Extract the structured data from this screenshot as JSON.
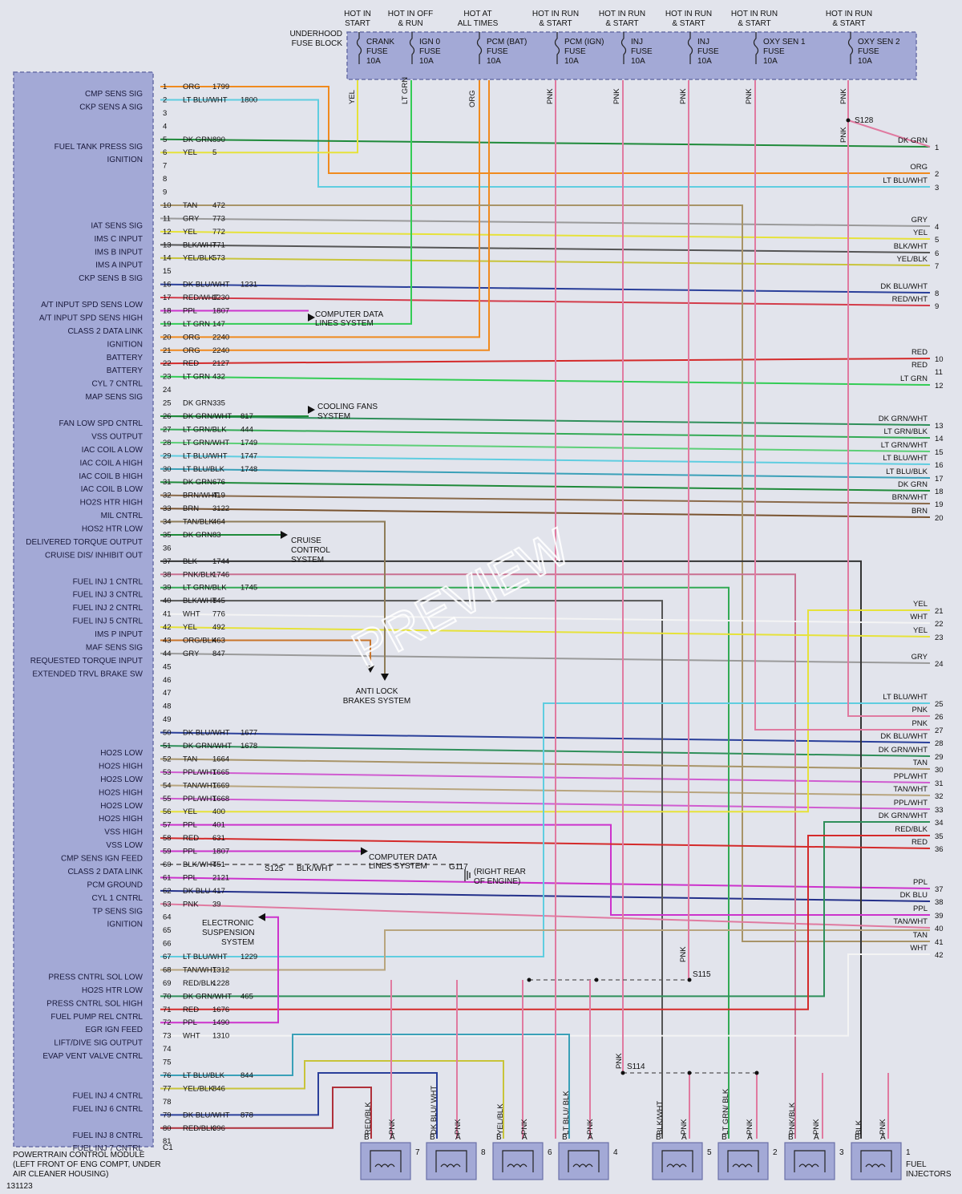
{
  "pcm": {
    "caption": [
      "POWERTRAIN CONTROL MODULE",
      "(LEFT FRONT OF ENG COMPT, UNDER",
      "AIR CLEANER HOUSING)"
    ],
    "connector_id": "C1",
    "figure_number": "131123"
  },
  "watermark": "PREVIEW",
  "fuse_block_label": [
    "UNDERHOOD",
    "FUSE BLOCK"
  ],
  "fuses": [
    {
      "header": [
        "HOT IN",
        "START"
      ],
      "name": [
        "CRANK",
        "FUSE",
        "10A"
      ],
      "wire": "YEL",
      "color": "#e6e23a"
    },
    {
      "header": [
        "HOT IN OFF",
        "& RUN"
      ],
      "name": [
        "IGN 0",
        "FUSE",
        "10A"
      ],
      "wire": "LT GRN",
      "color": "#33cc55"
    },
    {
      "header": [
        "HOT AT",
        "ALL TIMES"
      ],
      "name": [
        "PCM (BAT)",
        "FUSE",
        "10A"
      ],
      "wire": "ORG",
      "color": "#f08a1e"
    },
    {
      "header": [
        "HOT IN RUN",
        "& START"
      ],
      "name": [
        "PCM (IGN)",
        "FUSE",
        "10A"
      ],
      "wire": "PNK",
      "color": "#e07aa0"
    },
    {
      "header": [
        "HOT IN RUN",
        "& START"
      ],
      "name": [
        "INJ",
        "FUSE",
        "10A"
      ],
      "wire": "PNK",
      "color": "#e07aa0"
    },
    {
      "header": [
        "HOT IN RUN",
        "& START"
      ],
      "name": [
        "INJ",
        "FUSE",
        "10A"
      ],
      "wire": "PNK",
      "color": "#e07aa0"
    },
    {
      "header": [
        "HOT IN RUN",
        "& START"
      ],
      "name": [
        "OXY SEN 1",
        "FUSE",
        "10A"
      ],
      "wire": "PNK",
      "color": "#e07aa0"
    },
    {
      "header": [
        "HOT IN RUN",
        "& START"
      ],
      "name": [
        "OXY SEN 2",
        "FUSE",
        "10A"
      ],
      "wire": "PNK",
      "color": "#e07aa0"
    }
  ],
  "pins": [
    {
      "pin": "1",
      "label": "CMP SENS SIG",
      "wire": "ORG",
      "circuit": "1799",
      "color": "#f08a1e"
    },
    {
      "pin": "2",
      "label": "CKP SENS A SIG",
      "wire": "LT BLU/WHT",
      "circuit": "1800",
      "color": "#5fcde0"
    },
    {
      "pin": "3",
      "label": "",
      "wire": "",
      "circuit": "",
      "color": ""
    },
    {
      "pin": "4",
      "label": "",
      "wire": "",
      "circuit": "",
      "color": ""
    },
    {
      "pin": "5",
      "label": "FUEL TANK PRESS SIG",
      "wire": "DK GRN",
      "circuit": "890",
      "color": "#1f8a3a"
    },
    {
      "pin": "6",
      "label": "IGNITION",
      "wire": "YEL",
      "circuit": "5",
      "color": "#e6e23a"
    },
    {
      "pin": "7",
      "label": "",
      "wire": "",
      "circuit": "",
      "color": ""
    },
    {
      "pin": "8",
      "label": "",
      "wire": "",
      "circuit": "",
      "color": ""
    },
    {
      "pin": "9",
      "label": "",
      "wire": "",
      "circuit": "",
      "color": ""
    },
    {
      "pin": "10",
      "label": "",
      "wire": "TAN",
      "circuit": "472",
      "color": "#a89468"
    },
    {
      "pin": "11",
      "label": "IAT SENS SIG",
      "wire": "GRY",
      "circuit": "773",
      "color": "#9a9a9a"
    },
    {
      "pin": "12",
      "label": "IMS C INPUT",
      "wire": "YEL",
      "circuit": "772",
      "color": "#e6e23a"
    },
    {
      "pin": "13",
      "label": "IMS B INPUT",
      "wire": "BLK/WHT",
      "circuit": "771",
      "color": "#555555"
    },
    {
      "pin": "14",
      "label": "IMS A INPUT",
      "wire": "YEL/BLK",
      "circuit": "573",
      "color": "#c8c43a"
    },
    {
      "pin": "15",
      "label": "CKP SENS B SIG",
      "wire": "",
      "circuit": "",
      "color": ""
    },
    {
      "pin": "16",
      "label": "",
      "wire": "DK BLU/WHT",
      "circuit": "1231",
      "color": "#2a3f9a"
    },
    {
      "pin": "17",
      "label": "A/T INPUT SPD SENS LOW",
      "wire": "RED/WHT",
      "circuit": "1230",
      "color": "#d33c4a"
    },
    {
      "pin": "18",
      "label": "A/T INPUT SPD SENS HIGH",
      "wire": "PPL",
      "circuit": "1807",
      "color": "#cc33cc"
    },
    {
      "pin": "19",
      "label": "CLASS 2 DATA LINK",
      "wire": "LT GRN",
      "circuit": "147",
      "color": "#33cc55"
    },
    {
      "pin": "20",
      "label": "IGNITION",
      "wire": "ORG",
      "circuit": "2240",
      "color": "#f08a1e"
    },
    {
      "pin": "21",
      "label": "BATTERY",
      "wire": "ORG",
      "circuit": "2240",
      "color": "#f08a1e"
    },
    {
      "pin": "22",
      "label": "BATTERY",
      "wire": "RED",
      "circuit": "2127",
      "color": "#d42a2a"
    },
    {
      "pin": "23",
      "label": "CYL 7 CNTRL",
      "wire": "LT GRN",
      "circuit": "432",
      "color": "#33cc55"
    },
    {
      "pin": "24",
      "label": "MAP SENS SIG",
      "wire": "",
      "circuit": "",
      "color": ""
    },
    {
      "pin": "25",
      "label": "",
      "wire": "DK GRN",
      "circuit": "335",
      "color": "#1f8a3a"
    },
    {
      "pin": "26",
      "label": "FAN LOW SPD CNTRL",
      "wire": "DK GRN/WHT",
      "circuit": "817",
      "color": "#2f8f5a"
    },
    {
      "pin": "27",
      "label": "VSS OUTPUT",
      "wire": "LT GRN/BLK",
      "circuit": "444",
      "color": "#33aa55"
    },
    {
      "pin": "28",
      "label": "IAC COIL A LOW",
      "wire": "LT GRN/WHT",
      "circuit": "1749",
      "color": "#5ccf77"
    },
    {
      "pin": "29",
      "label": "IAC COIL A HIGH",
      "wire": "LT BLU/WHT",
      "circuit": "1747",
      "color": "#5fcde0"
    },
    {
      "pin": "30",
      "label": "IAC COIL B HIGH",
      "wire": "LT BLU/BLK",
      "circuit": "1748",
      "color": "#3aa0b8"
    },
    {
      "pin": "31",
      "label": "IAC COIL B LOW",
      "wire": "DK GRN",
      "circuit": "676",
      "color": "#1f8a3a"
    },
    {
      "pin": "32",
      "label": "HO2S HTR HIGH",
      "wire": "BRN/WHT",
      "circuit": "419",
      "color": "#8a6a4a"
    },
    {
      "pin": "33",
      "label": "MIL CNTRL",
      "wire": "BRN",
      "circuit": "3122",
      "color": "#7a5430"
    },
    {
      "pin": "34",
      "label": "HOS2 HTR LOW",
      "wire": "TAN/BLK",
      "circuit": "464",
      "color": "#8e7c58"
    },
    {
      "pin": "35",
      "label": "DELIVERED TORQUE OUTPUT",
      "wire": "DK GRN",
      "circuit": "83",
      "color": "#1f8a3a"
    },
    {
      "pin": "36",
      "label": "CRUISE DIS/ INHIBIT OUT",
      "wire": "",
      "circuit": "",
      "color": ""
    },
    {
      "pin": "37",
      "label": "",
      "wire": "BLK",
      "circuit": "1744",
      "color": "#333333"
    },
    {
      "pin": "38",
      "label": "FUEL INJ 1 CNTRL",
      "wire": "PNK/BLK",
      "circuit": "1746",
      "color": "#c97090"
    },
    {
      "pin": "39",
      "label": "FUEL INJ 3 CNTRL",
      "wire": "LT GRN/BLK",
      "circuit": "1745",
      "color": "#33aa55"
    },
    {
      "pin": "40",
      "label": "FUEL INJ 2 CNTRL",
      "wire": "BLK/WHT",
      "circuit": "845",
      "color": "#555555"
    },
    {
      "pin": "41",
      "label": "FUEL INJ 5 CNTRL",
      "wire": "WHT",
      "circuit": "776",
      "color": "#f4f4f4"
    },
    {
      "pin": "42",
      "label": "IMS P INPUT",
      "wire": "YEL",
      "circuit": "492",
      "color": "#e6e23a"
    },
    {
      "pin": "43",
      "label": "MAF SENS SIG",
      "wire": "ORG/BLK",
      "circuit": "463",
      "color": "#c8742a"
    },
    {
      "pin": "44",
      "label": "REQUESTED TORQUE INPUT",
      "wire": "GRY",
      "circuit": "847",
      "color": "#9a9a9a"
    },
    {
      "pin": "45",
      "label": "EXTENDED TRVL BRAKE SW",
      "wire": "",
      "circuit": "",
      "color": ""
    },
    {
      "pin": "46",
      "label": "",
      "wire": "",
      "circuit": "",
      "color": ""
    },
    {
      "pin": "47",
      "label": "",
      "wire": "",
      "circuit": "",
      "color": ""
    },
    {
      "pin": "48",
      "label": "",
      "wire": "",
      "circuit": "",
      "color": ""
    },
    {
      "pin": "49",
      "label": "",
      "wire": "",
      "circuit": "",
      "color": ""
    },
    {
      "pin": "50",
      "label": "",
      "wire": "DK BLU/WHT",
      "circuit": "1677",
      "color": "#2a3f9a"
    },
    {
      "pin": "51",
      "label": "HO2S LOW",
      "wire": "DK GRN/WHT",
      "circuit": "1678",
      "color": "#2f8f5a"
    },
    {
      "pin": "52",
      "label": "HO2S HIGH",
      "wire": "TAN",
      "circuit": "1664",
      "color": "#a89468"
    },
    {
      "pin": "53",
      "label": "HO2S LOW",
      "wire": "PPL/WHT",
      "circuit": "1665",
      "color": "#d05cd0"
    },
    {
      "pin": "54",
      "label": "HO2S HIGH",
      "wire": "TAN/WHT",
      "circuit": "1669",
      "color": "#b8a57e"
    },
    {
      "pin": "55",
      "label": "HO2S LOW",
      "wire": "PPL/WHT",
      "circuit": "1668",
      "color": "#d05cd0"
    },
    {
      "pin": "56",
      "label": "HO2S HIGH",
      "wire": "YEL",
      "circuit": "400",
      "color": "#e6e23a"
    },
    {
      "pin": "57",
      "label": "VSS HIGH",
      "wire": "PPL",
      "circuit": "401",
      "color": "#cc33cc"
    },
    {
      "pin": "58",
      "label": "VSS LOW",
      "wire": "RED",
      "circuit": "631",
      "color": "#d42a2a"
    },
    {
      "pin": "59",
      "label": "CMP SENS IGN FEED",
      "wire": "PPL",
      "circuit": "1807",
      "color": "#cc33cc"
    },
    {
      "pin": "60",
      "label": "CLASS 2 DATA LINK",
      "wire": "BLK/WHT",
      "circuit": "451",
      "color": "#555555"
    },
    {
      "pin": "61",
      "label": "PCM GROUND",
      "wire": "PPL",
      "circuit": "2121",
      "color": "#cc33cc"
    },
    {
      "pin": "62",
      "label": "CYL 1 CNTRL",
      "wire": "DK BLU",
      "circuit": "417",
      "color": "#23308a"
    },
    {
      "pin": "63",
      "label": "TP SENS SIG",
      "wire": "PNK",
      "circuit": "39",
      "color": "#e07aa0"
    },
    {
      "pin": "64",
      "label": "IGNITION",
      "wire": "",
      "circuit": "",
      "color": ""
    },
    {
      "pin": "65",
      "label": "",
      "wire": "",
      "circuit": "",
      "color": ""
    },
    {
      "pin": "66",
      "label": "",
      "wire": "",
      "circuit": "",
      "color": ""
    },
    {
      "pin": "67",
      "label": "",
      "wire": "LT BLU/WHT",
      "circuit": "1229",
      "color": "#5fcde0"
    },
    {
      "pin": "68",
      "label": "PRESS CNTRL SOL LOW",
      "wire": "TAN/WHT",
      "circuit": "1312",
      "color": "#b8a57e"
    },
    {
      "pin": "69",
      "label": "HO2S HTR LOW",
      "wire": "RED/BLK",
      "circuit": "1228",
      "color": "#b0303a"
    },
    {
      "pin": "70",
      "label": "PRESS CNTRL SOL HIGH",
      "wire": "DK GRN/WHT",
      "circuit": "465",
      "color": "#2f8f5a"
    },
    {
      "pin": "71",
      "label": "FUEL PUMP REL CNTRL",
      "wire": "RED",
      "circuit": "1676",
      "color": "#d42a2a"
    },
    {
      "pin": "72",
      "label": "EGR IGN FEED",
      "wire": "PPL",
      "circuit": "1490",
      "color": "#cc33cc"
    },
    {
      "pin": "73",
      "label": "LIFT/DIVE SIG OUTPUT",
      "wire": "WHT",
      "circuit": "1310",
      "color": "#f4f4f4"
    },
    {
      "pin": "74",
      "label": "EVAP VENT VALVE CNTRL",
      "wire": "",
      "circuit": "",
      "color": ""
    },
    {
      "pin": "75",
      "label": "",
      "wire": "",
      "circuit": "",
      "color": ""
    },
    {
      "pin": "76",
      "label": "",
      "wire": "LT BLU/BLK",
      "circuit": "844",
      "color": "#3aa0b8"
    },
    {
      "pin": "77",
      "label": "FUEL INJ 4 CNTRL",
      "wire": "YEL/BLK",
      "circuit": "846",
      "color": "#c8c43a"
    },
    {
      "pin": "78",
      "label": "FUEL INJ 6 CNTRL",
      "wire": "",
      "circuit": "",
      "color": ""
    },
    {
      "pin": "79",
      "label": "",
      "wire": "DK BLU/WHT",
      "circuit": "878",
      "color": "#2a3f9a"
    },
    {
      "pin": "80",
      "label": "FUEL INJ 8 CNTRL",
      "wire": "RED/BLK",
      "circuit": "396",
      "color": "#b0303a"
    },
    {
      "pin": "81",
      "label": "FUEL INJ 7 CNTRL",
      "wire": "",
      "circuit": "",
      "color": ""
    }
  ],
  "right_connector": [
    {
      "pin": "1",
      "label": "DK GRN"
    },
    {
      "pin": "2",
      "label": "ORG"
    },
    {
      "pin": "3",
      "label": "LT BLU/WHT"
    },
    {
      "pin": "4",
      "label": "GRY"
    },
    {
      "pin": "5",
      "label": "YEL"
    },
    {
      "pin": "6",
      "label": "BLK/WHT"
    },
    {
      "pin": "7",
      "label": "YEL/BLK"
    },
    {
      "pin": "8",
      "label": "DK BLU/WHT"
    },
    {
      "pin": "9",
      "label": "RED/WHT"
    },
    {
      "pin": "10",
      "label": "RED"
    },
    {
      "pin": "11",
      "label": "RED"
    },
    {
      "pin": "12",
      "label": "LT GRN"
    },
    {
      "pin": "13",
      "label": "DK GRN/WHT"
    },
    {
      "pin": "14",
      "label": "LT GRN/BLK"
    },
    {
      "pin": "15",
      "label": "LT GRN/WHT"
    },
    {
      "pin": "16",
      "label": "LT BLU/WHT"
    },
    {
      "pin": "17",
      "label": "LT BLU/BLK"
    },
    {
      "pin": "18",
      "label": "DK GRN"
    },
    {
      "pin": "19",
      "label": "BRN/WHT"
    },
    {
      "pin": "20",
      "label": "BRN"
    },
    {
      "pin": "21",
      "label": "YEL"
    },
    {
      "pin": "22",
      "label": "WHT"
    },
    {
      "pin": "23",
      "label": "YEL"
    },
    {
      "pin": "24",
      "label": "GRY"
    },
    {
      "pin": "25",
      "label": "LT BLU/WHT"
    },
    {
      "pin": "26",
      "label": "PNK"
    },
    {
      "pin": "27",
      "label": "PNK"
    },
    {
      "pin": "28",
      "label": "DK BLU/WHT"
    },
    {
      "pin": "29",
      "label": "DK GRN/WHT"
    },
    {
      "pin": "30",
      "label": "TAN"
    },
    {
      "pin": "31",
      "label": "PPL/WHT"
    },
    {
      "pin": "32",
      "label": "TAN/WHT"
    },
    {
      "pin": "33",
      "label": "PPL/WHT"
    },
    {
      "pin": "34",
      "label": "DK GRN/WHT"
    },
    {
      "pin": "35",
      "label": "RED/BLK"
    },
    {
      "pin": "36",
      "label": "RED"
    },
    {
      "pin": "37",
      "label": "PPL"
    },
    {
      "pin": "38",
      "label": "DK BLU"
    },
    {
      "pin": "39",
      "label": "PPL"
    },
    {
      "pin": "40",
      "label": "TAN/WHT"
    },
    {
      "pin": "41",
      "label": "TAN"
    },
    {
      "pin": "42",
      "label": "WHT"
    }
  ],
  "right_extra_labels": {
    "pin1_top": "PNK"
  },
  "subsystems": {
    "computer_data_1": [
      "COMPUTER DATA",
      "LINES SYSTEM"
    ],
    "cooling_fans": [
      "COOLING FANS",
      "SYSTEM"
    ],
    "cruise": [
      "CRUISE",
      "CONTROL",
      "SYSTEM"
    ],
    "anti_lock": [
      "ANTI LOCK",
      "BRAKES SYSTEM"
    ],
    "computer_data_2": [
      "COMPUTER DATA",
      "LINES SYSTEM"
    ],
    "electronic_suspension": [
      "ELECTRONIC",
      "SUSPENSION",
      "SYSTEM"
    ],
    "ground": [
      "(RIGHT REAR",
      "OF ENGINE)"
    ]
  },
  "splices": {
    "s128": "S128",
    "s125": "S125",
    "g117": "G117",
    "s115": "S115",
    "s114": "S114",
    "s125_wire": "BLK/WHT"
  },
  "vertical_labels": {
    "pnk_s115": "PNK",
    "pnk_s114": "PNK",
    "pnk_s128": "PNK"
  },
  "injectors": {
    "title": [
      "FUEL",
      "INJECTORS"
    ],
    "items": [
      {
        "num": "7",
        "b_wire": "RED/BLK",
        "a_wire": "PNK"
      },
      {
        "num": "8",
        "b_wire": "DK BLU/ WHT",
        "a_wire": "PNK"
      },
      {
        "num": "6",
        "b_wire": "YEL/BLK",
        "a_wire": "PNK"
      },
      {
        "num": "4",
        "b_wire": "LT BLU/ BLK",
        "a_wire": "PNK"
      },
      {
        "num": "5",
        "b_wire": "BLK/WHT",
        "a_wire": "PNK"
      },
      {
        "num": "2",
        "b_wire": "LT GRN/ BLK",
        "a_wire": "PNK"
      },
      {
        "num": "3",
        "b_wire": "PNK/BLK",
        "a_wire": "PNK"
      },
      {
        "num": "1",
        "b_wire": "BLK",
        "a_wire": "PNK"
      }
    ],
    "pin_b": "B",
    "pin_a": "A"
  }
}
